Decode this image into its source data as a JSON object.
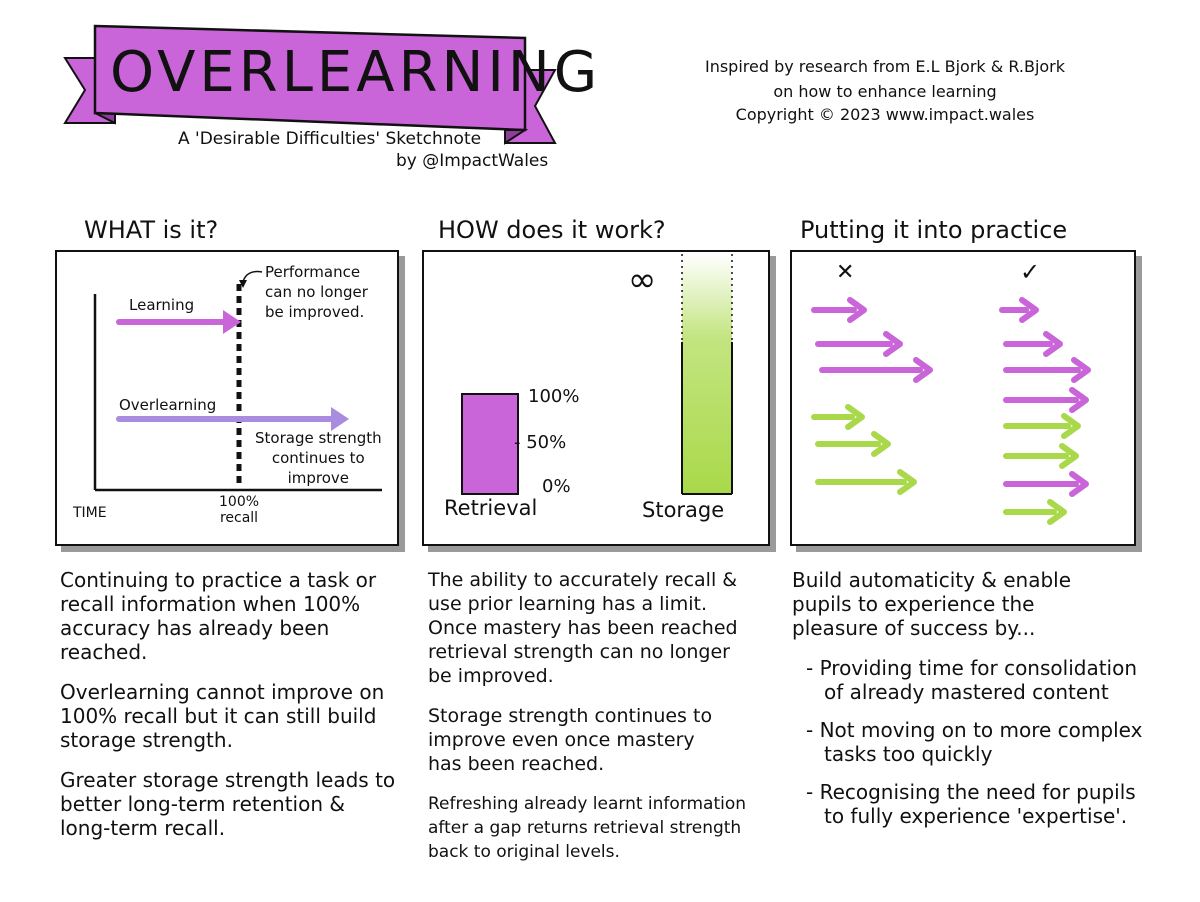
{
  "banner": {
    "title": "OVERLEARNING",
    "subtitle_line1": "A 'Desirable Difficulties' Sketchnote",
    "subtitle_line2": "by @ImpactWales",
    "color": "#c965d8"
  },
  "credit": {
    "line1": "Inspired by research from E.L Bjork & R.Bjork",
    "line2": "on how to enhance learning",
    "line3": "Copyright © 2023 www.impact.wales"
  },
  "sections": {
    "what": {
      "title": "WHAT is it?",
      "diagram": {
        "learning_label": "Learning",
        "overlearning_label": "Overlearning",
        "performance_note": [
          "Performance",
          "can no longer",
          "be improved."
        ],
        "storage_note": [
          "Storage strength",
          "continues to",
          "improve"
        ],
        "x_axis_label": "TIME",
        "recall_label": [
          "100%",
          "recall"
        ]
      },
      "paragraphs": [
        [
          "Continuing to practice a task or",
          "recall information when 100%",
          "accuracy has already been reached."
        ],
        [
          "Overlearning cannot improve on",
          "100% recall but it can still build",
          "storage strength."
        ],
        [
          "Greater storage strength leads to",
          "better long-term retention &",
          "long-term recall."
        ]
      ]
    },
    "how": {
      "title": "HOW does it work?",
      "diagram": {
        "infinity_symbol": "∞",
        "tick_100": "100%",
        "tick_50": "- 50%",
        "tick_0": "0%",
        "retrieval_label": "Retrieval",
        "storage_label": "Storage"
      },
      "paragraphs": [
        [
          "The ability to accurately recall &",
          "use prior learning has a limit.",
          "Once mastery has been reached",
          "retrieval strength can no longer",
          "be improved."
        ],
        [
          "Storage strength continues to",
          "improve even once mastery",
          "has been reached."
        ],
        [
          "Refreshing already learnt information",
          "after a gap returns retrieval strength",
          "back to original levels."
        ]
      ]
    },
    "practice": {
      "title": "Putting it into practice",
      "cross_mark": "✕",
      "check_mark": "✓",
      "intro": [
        "Build automaticity & enable",
        "pupils to experience the",
        "pleasure of success by..."
      ],
      "bullets": [
        [
          "- Providing time for consolidation",
          "of already mastered content"
        ],
        [
          "- Not moving on to more complex",
          "tasks too quickly"
        ],
        [
          "- Recognising the need for pupils",
          "to fully experience 'expertise'."
        ]
      ]
    }
  },
  "colors": {
    "purple": "#c965d8",
    "lavender": "#a98be0",
    "green": "#a9d94a",
    "shadow": "#9a9a9a",
    "ink": "#111111"
  }
}
